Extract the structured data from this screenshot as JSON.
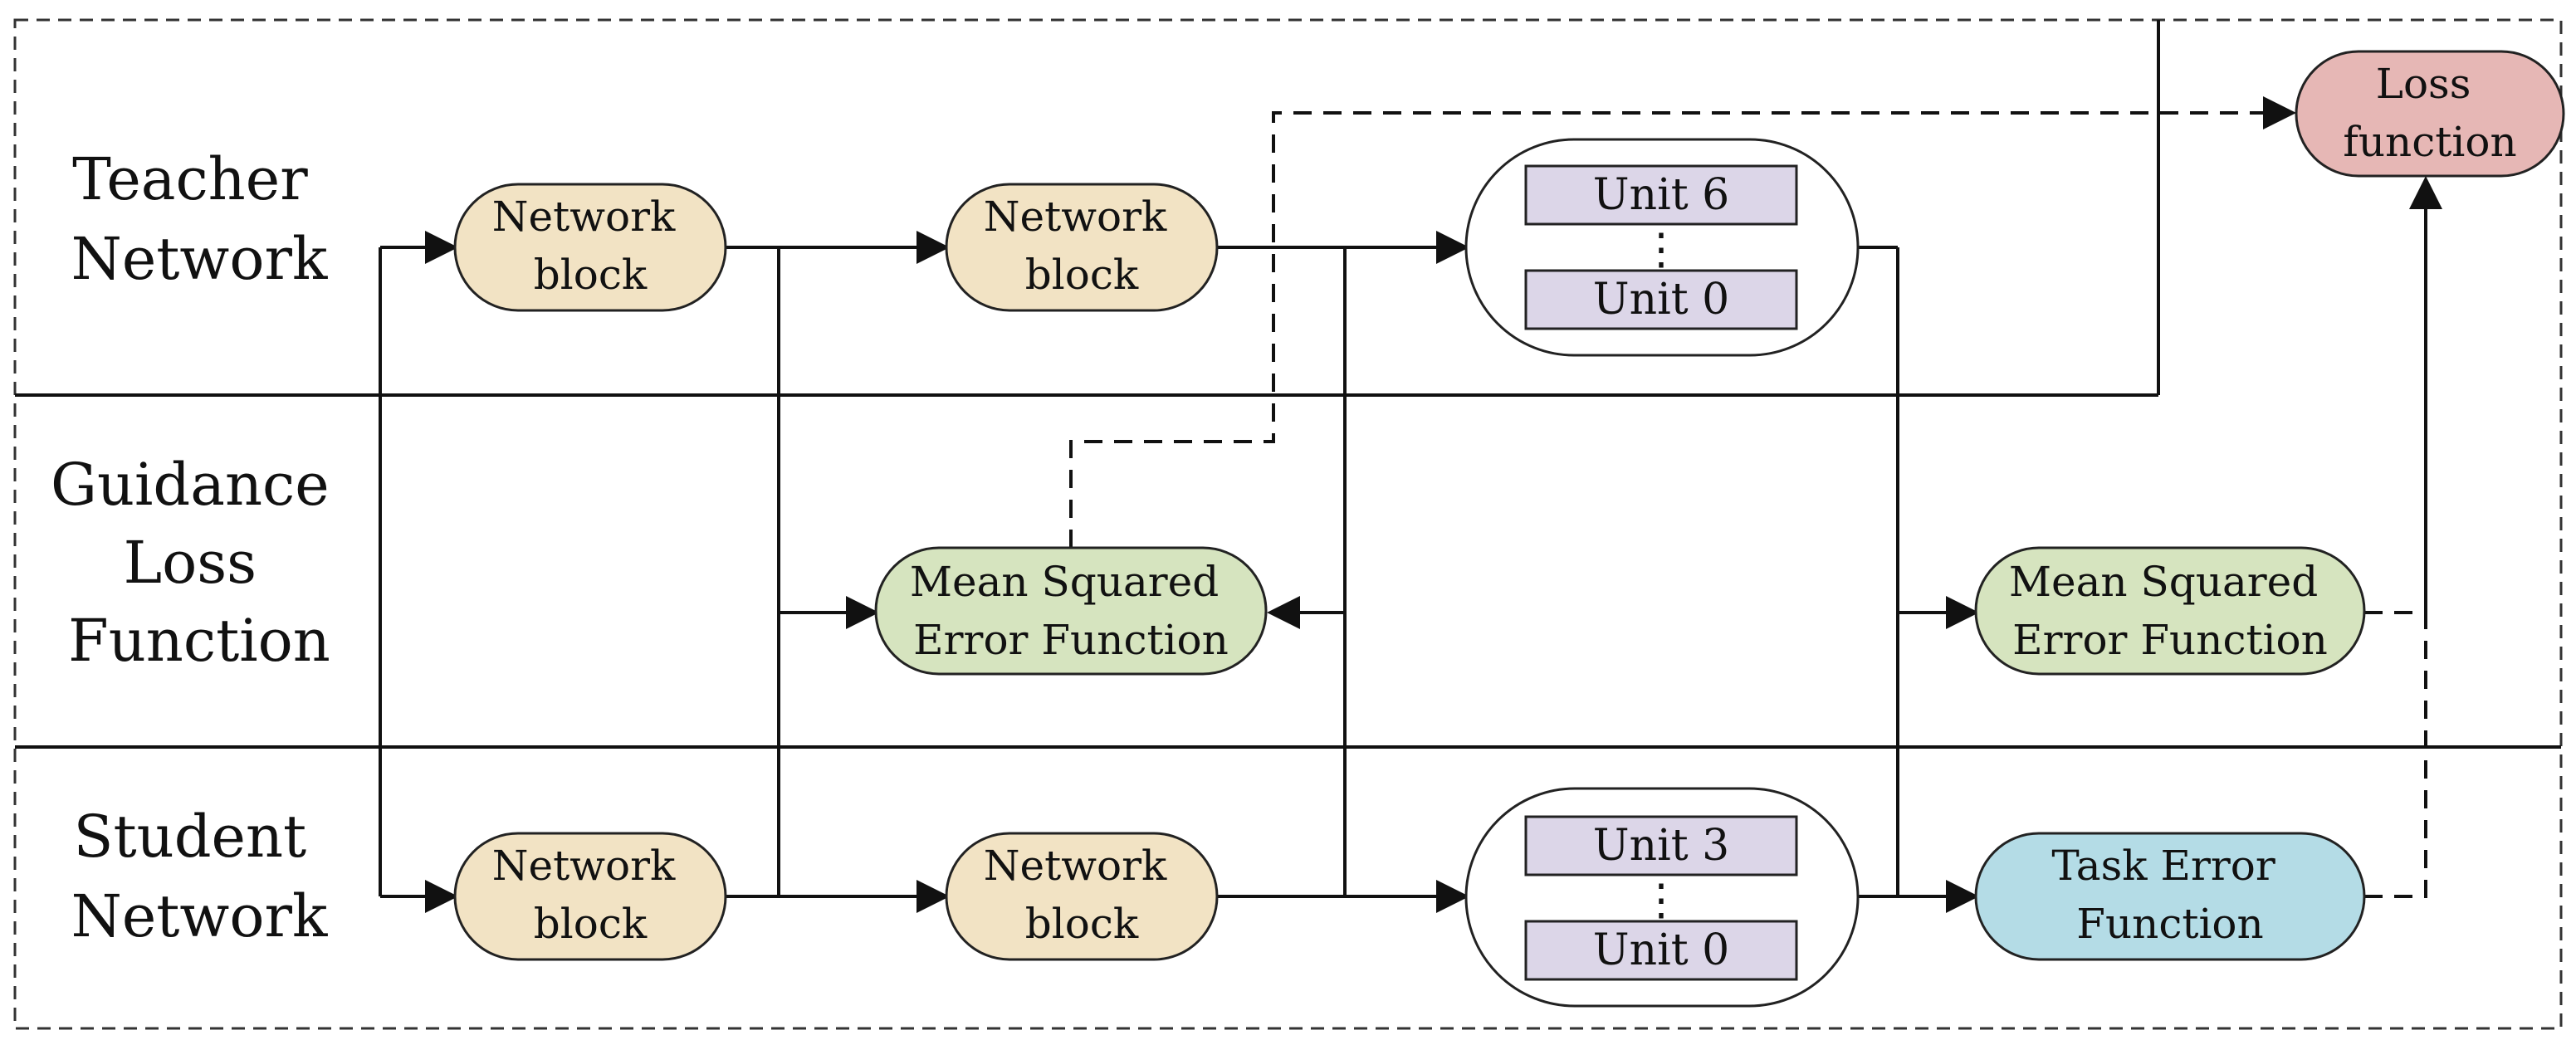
{
  "rows": {
    "teacher": [
      "Teacher",
      "Network"
    ],
    "guidance": [
      "Guidance",
      "Loss",
      "Function"
    ],
    "student": [
      "Student",
      "Network"
    ]
  },
  "nodes": {
    "teacher_block_1": [
      "Network",
      "block"
    ],
    "teacher_block_2": [
      "Network",
      "block"
    ],
    "student_block_1": [
      "Network",
      "block"
    ],
    "student_block_2": [
      "Network",
      "block"
    ],
    "mse_1": [
      "Mean Squared",
      "Error Function"
    ],
    "mse_2": [
      "Mean Squared",
      "Error Function"
    ],
    "task_error": [
      "Task Error",
      "Function"
    ],
    "loss_function": [
      "Loss",
      "function"
    ]
  },
  "teacher_units": {
    "top": "Unit 6",
    "bottom": "Unit 0"
  },
  "student_units": {
    "top": "Unit 3",
    "bottom": "Unit 0"
  },
  "ellipsis": "⋮",
  "colors": {
    "network_block": "#F2E3C4",
    "mse": "#D6E4BF",
    "task_error": "#B4DCE6",
    "loss": "#E6B7B5",
    "unit_box": "#DCD6E8"
  }
}
